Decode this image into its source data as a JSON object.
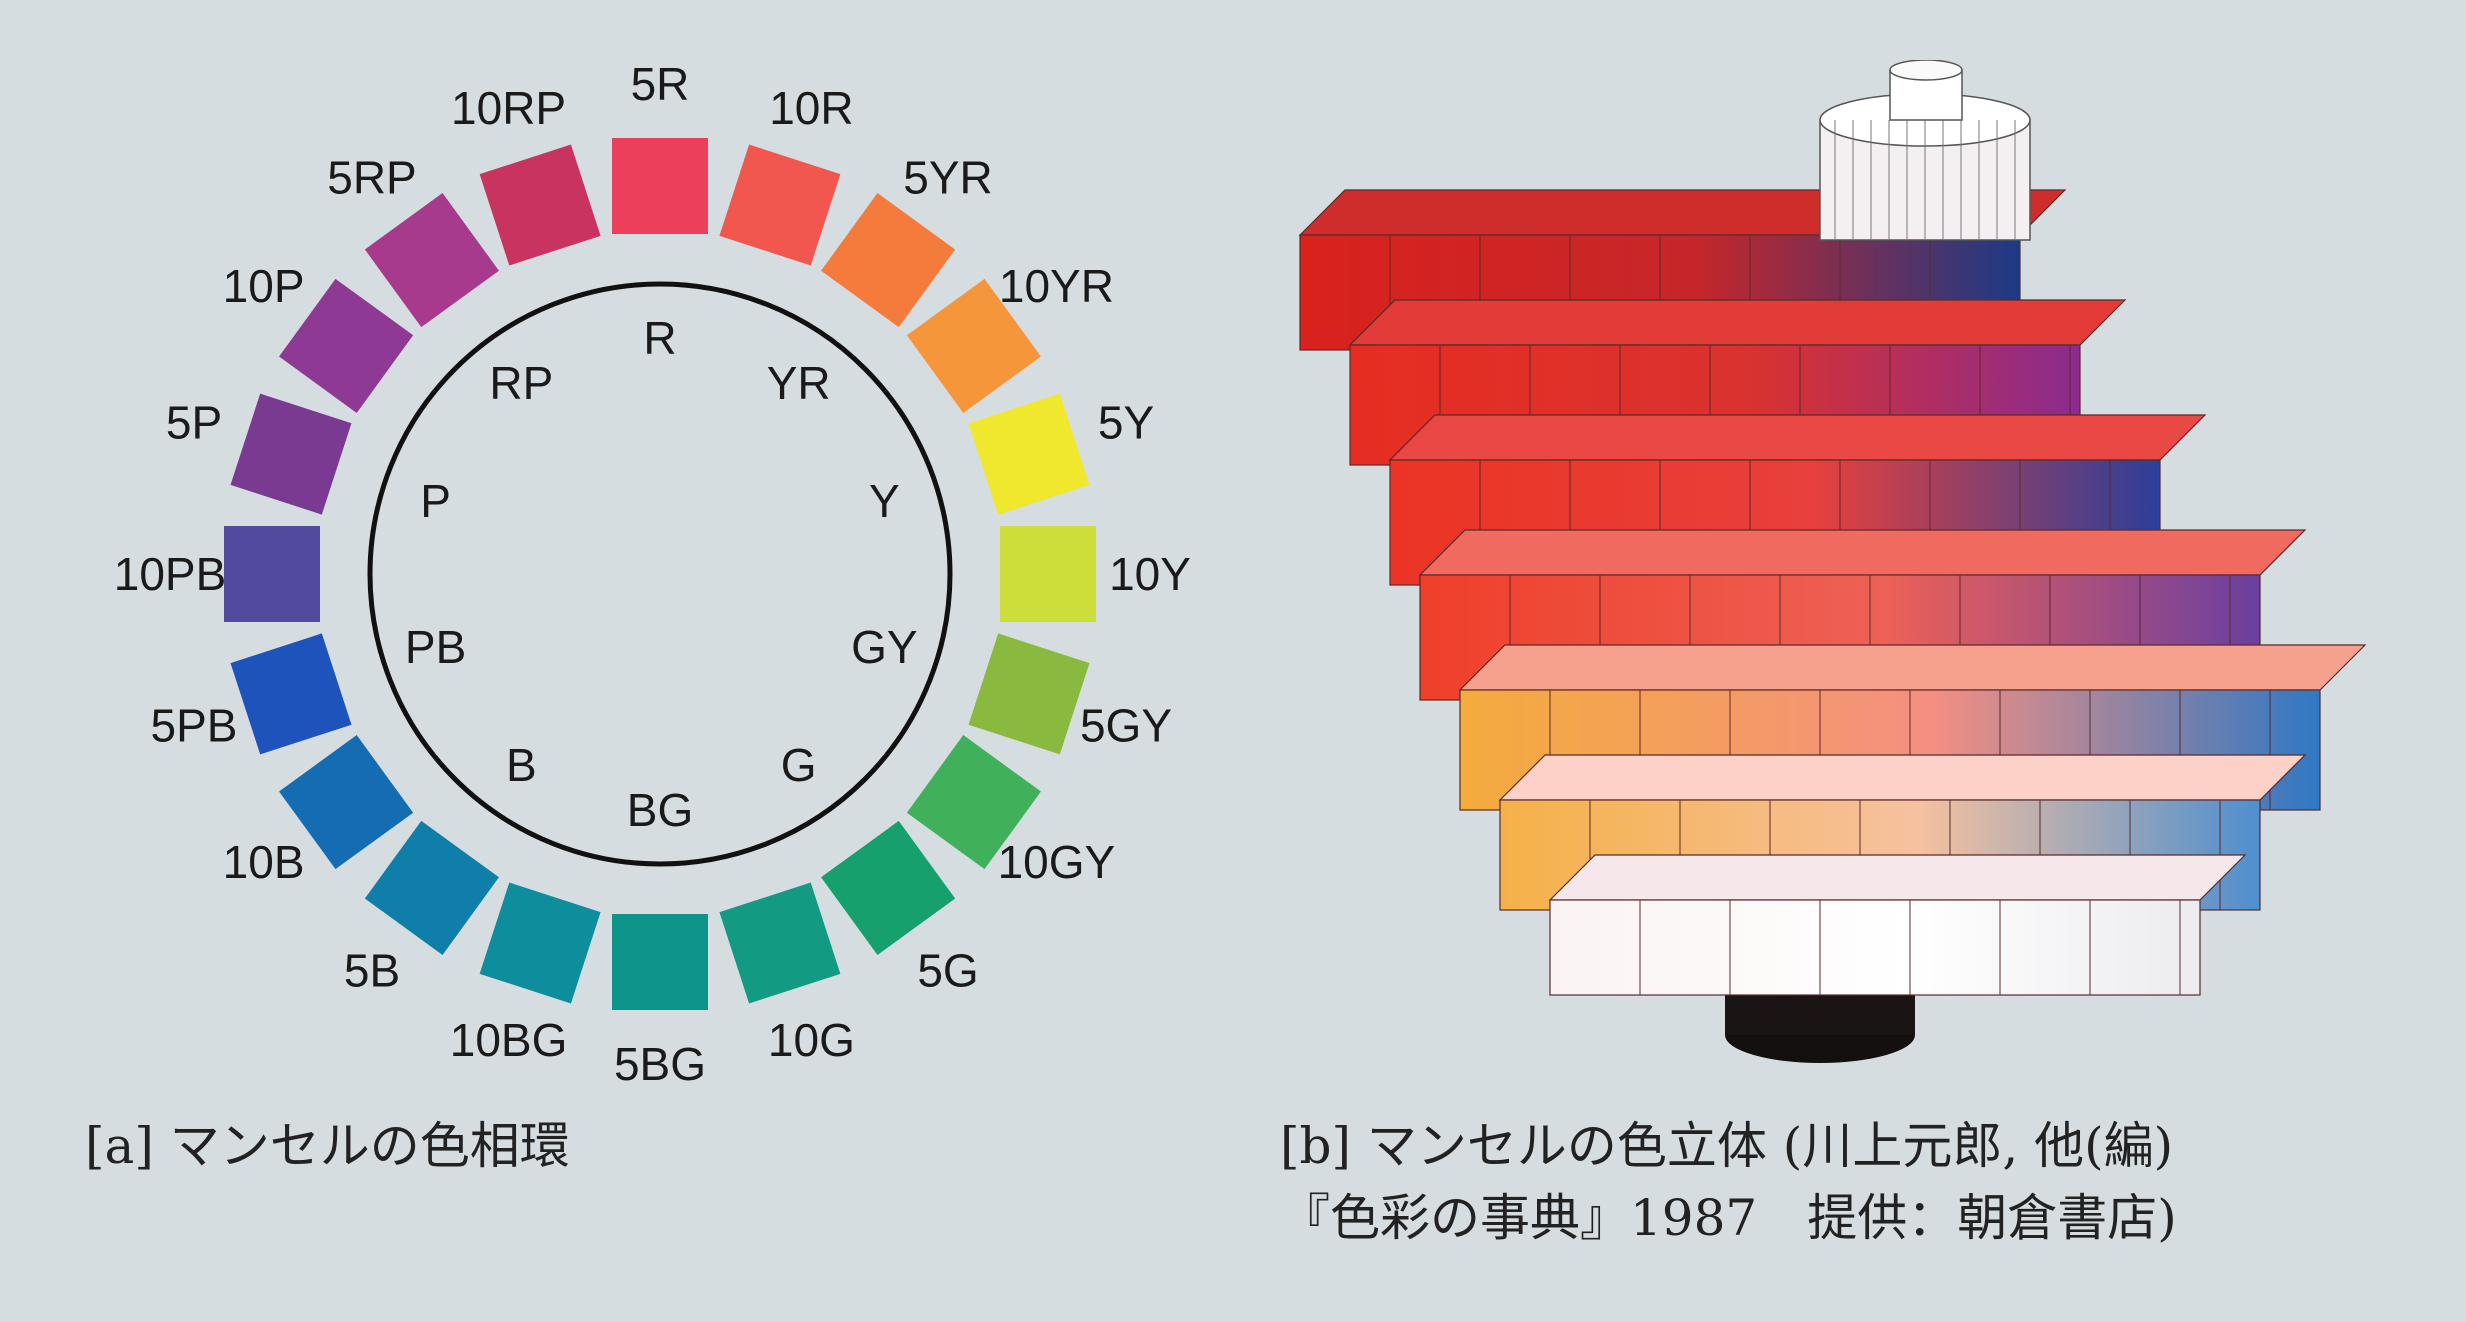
{
  "figure_a": {
    "caption": "[a] マンセルの色相環",
    "outer_hues": [
      {
        "label": "5R",
        "color": "#ec3f5c"
      },
      {
        "label": "10R",
        "color": "#f2574f"
      },
      {
        "label": "5YR",
        "color": "#f47b3b"
      },
      {
        "label": "10YR",
        "color": "#f6963a"
      },
      {
        "label": "5Y",
        "color": "#f0e82c"
      },
      {
        "label": "10Y",
        "color": "#cddd3a"
      },
      {
        "label": "5GY",
        "color": "#89ba3f"
      },
      {
        "label": "10GY",
        "color": "#40b05a"
      },
      {
        "label": "5G",
        "color": "#15a06e"
      },
      {
        "label": "10G",
        "color": "#129a83"
      },
      {
        "label": "5BG",
        "color": "#0f948c"
      },
      {
        "label": "10BG",
        "color": "#0e8d9c"
      },
      {
        "label": "5B",
        "color": "#0f7ea9"
      },
      {
        "label": "10B",
        "color": "#146db3"
      },
      {
        "label": "5PB",
        "color": "#1d53bb"
      },
      {
        "label": "10PB",
        "color": "#524a9c"
      },
      {
        "label": "5P",
        "color": "#7b3a92"
      },
      {
        "label": "10P",
        "color": "#8e3a94"
      },
      {
        "label": "5RP",
        "color": "#a73a8c"
      },
      {
        "label": "10RP",
        "color": "#c8345f"
      }
    ],
    "inner_hues": [
      "R",
      "YR",
      "Y",
      "GY",
      "G",
      "BG",
      "B",
      "PB",
      "P",
      "RP"
    ]
  },
  "figure_b": {
    "caption_line1": "[b] マンセルの色立体 (川上元郎, 他(編)",
    "caption_line2": "『色彩の事典』1987　提供：朝倉書店)",
    "levels": [
      {
        "top_color": "#f6e7ea",
        "side_color": "#ffffff",
        "warm": "#fbf3f3",
        "cool": "#ecebef"
      },
      {
        "top_color": "#fcd2c8",
        "side_color": "#f6c19f",
        "warm": "#f5b148",
        "cool": "#4f8fcf"
      },
      {
        "top_color": "#f6a08e",
        "side_color": "#f48f82",
        "warm": "#f4ac3c",
        "cool": "#2f78c4"
      },
      {
        "top_color": "#f06a60",
        "side_color": "#ee6156",
        "warm": "#ef3f2a",
        "cool": "#6a3fa0"
      },
      {
        "top_color": "#ea4845",
        "side_color": "#e8403c",
        "warm": "#eb3424",
        "cool": "#2c3f9a"
      },
      {
        "top_color": "#e23b38",
        "side_color": "#d9322f",
        "warm": "#e72d22",
        "cool": "#8b2b8e"
      },
      {
        "top_color": "#cf2d2b",
        "side_color": "#c6262a",
        "warm": "#d9221d",
        "cool": "#1c3a86"
      }
    ]
  }
}
